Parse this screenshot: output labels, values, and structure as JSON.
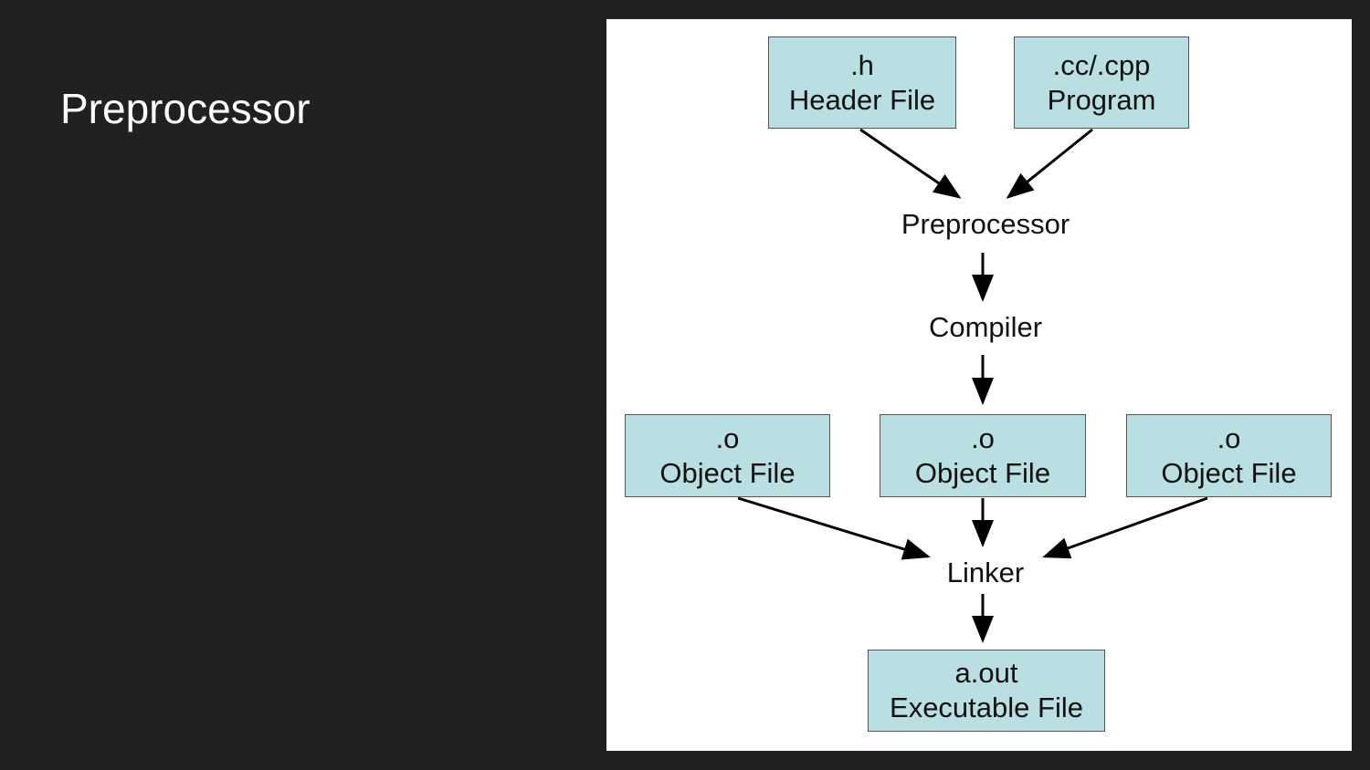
{
  "slide": {
    "title": "Preprocessor",
    "background_color": "#212121",
    "title_color": "#ffffff"
  },
  "diagram": {
    "box_fill": "#b9dfe2",
    "nodes": {
      "header_file": {
        "ext": ".h",
        "label": "Header File"
      },
      "program": {
        "ext": ".cc/.cpp",
        "label": "Program"
      },
      "preprocessor": {
        "label": "Preprocessor"
      },
      "compiler": {
        "label": "Compiler"
      },
      "object_left": {
        "ext": ".o",
        "label": "Object File"
      },
      "object_middle": {
        "ext": ".o",
        "label": "Object File"
      },
      "object_right": {
        "ext": ".o",
        "label": "Object File"
      },
      "linker": {
        "label": "Linker"
      },
      "executable": {
        "ext": "a.out",
        "label": "Executable File"
      }
    },
    "edges": [
      {
        "from": "header_file",
        "to": "preprocessor"
      },
      {
        "from": "program",
        "to": "preprocessor"
      },
      {
        "from": "preprocessor",
        "to": "compiler"
      },
      {
        "from": "compiler",
        "to": "object_middle"
      },
      {
        "from": "object_left",
        "to": "linker"
      },
      {
        "from": "object_middle",
        "to": "linker"
      },
      {
        "from": "object_right",
        "to": "linker"
      },
      {
        "from": "linker",
        "to": "executable"
      }
    ]
  }
}
